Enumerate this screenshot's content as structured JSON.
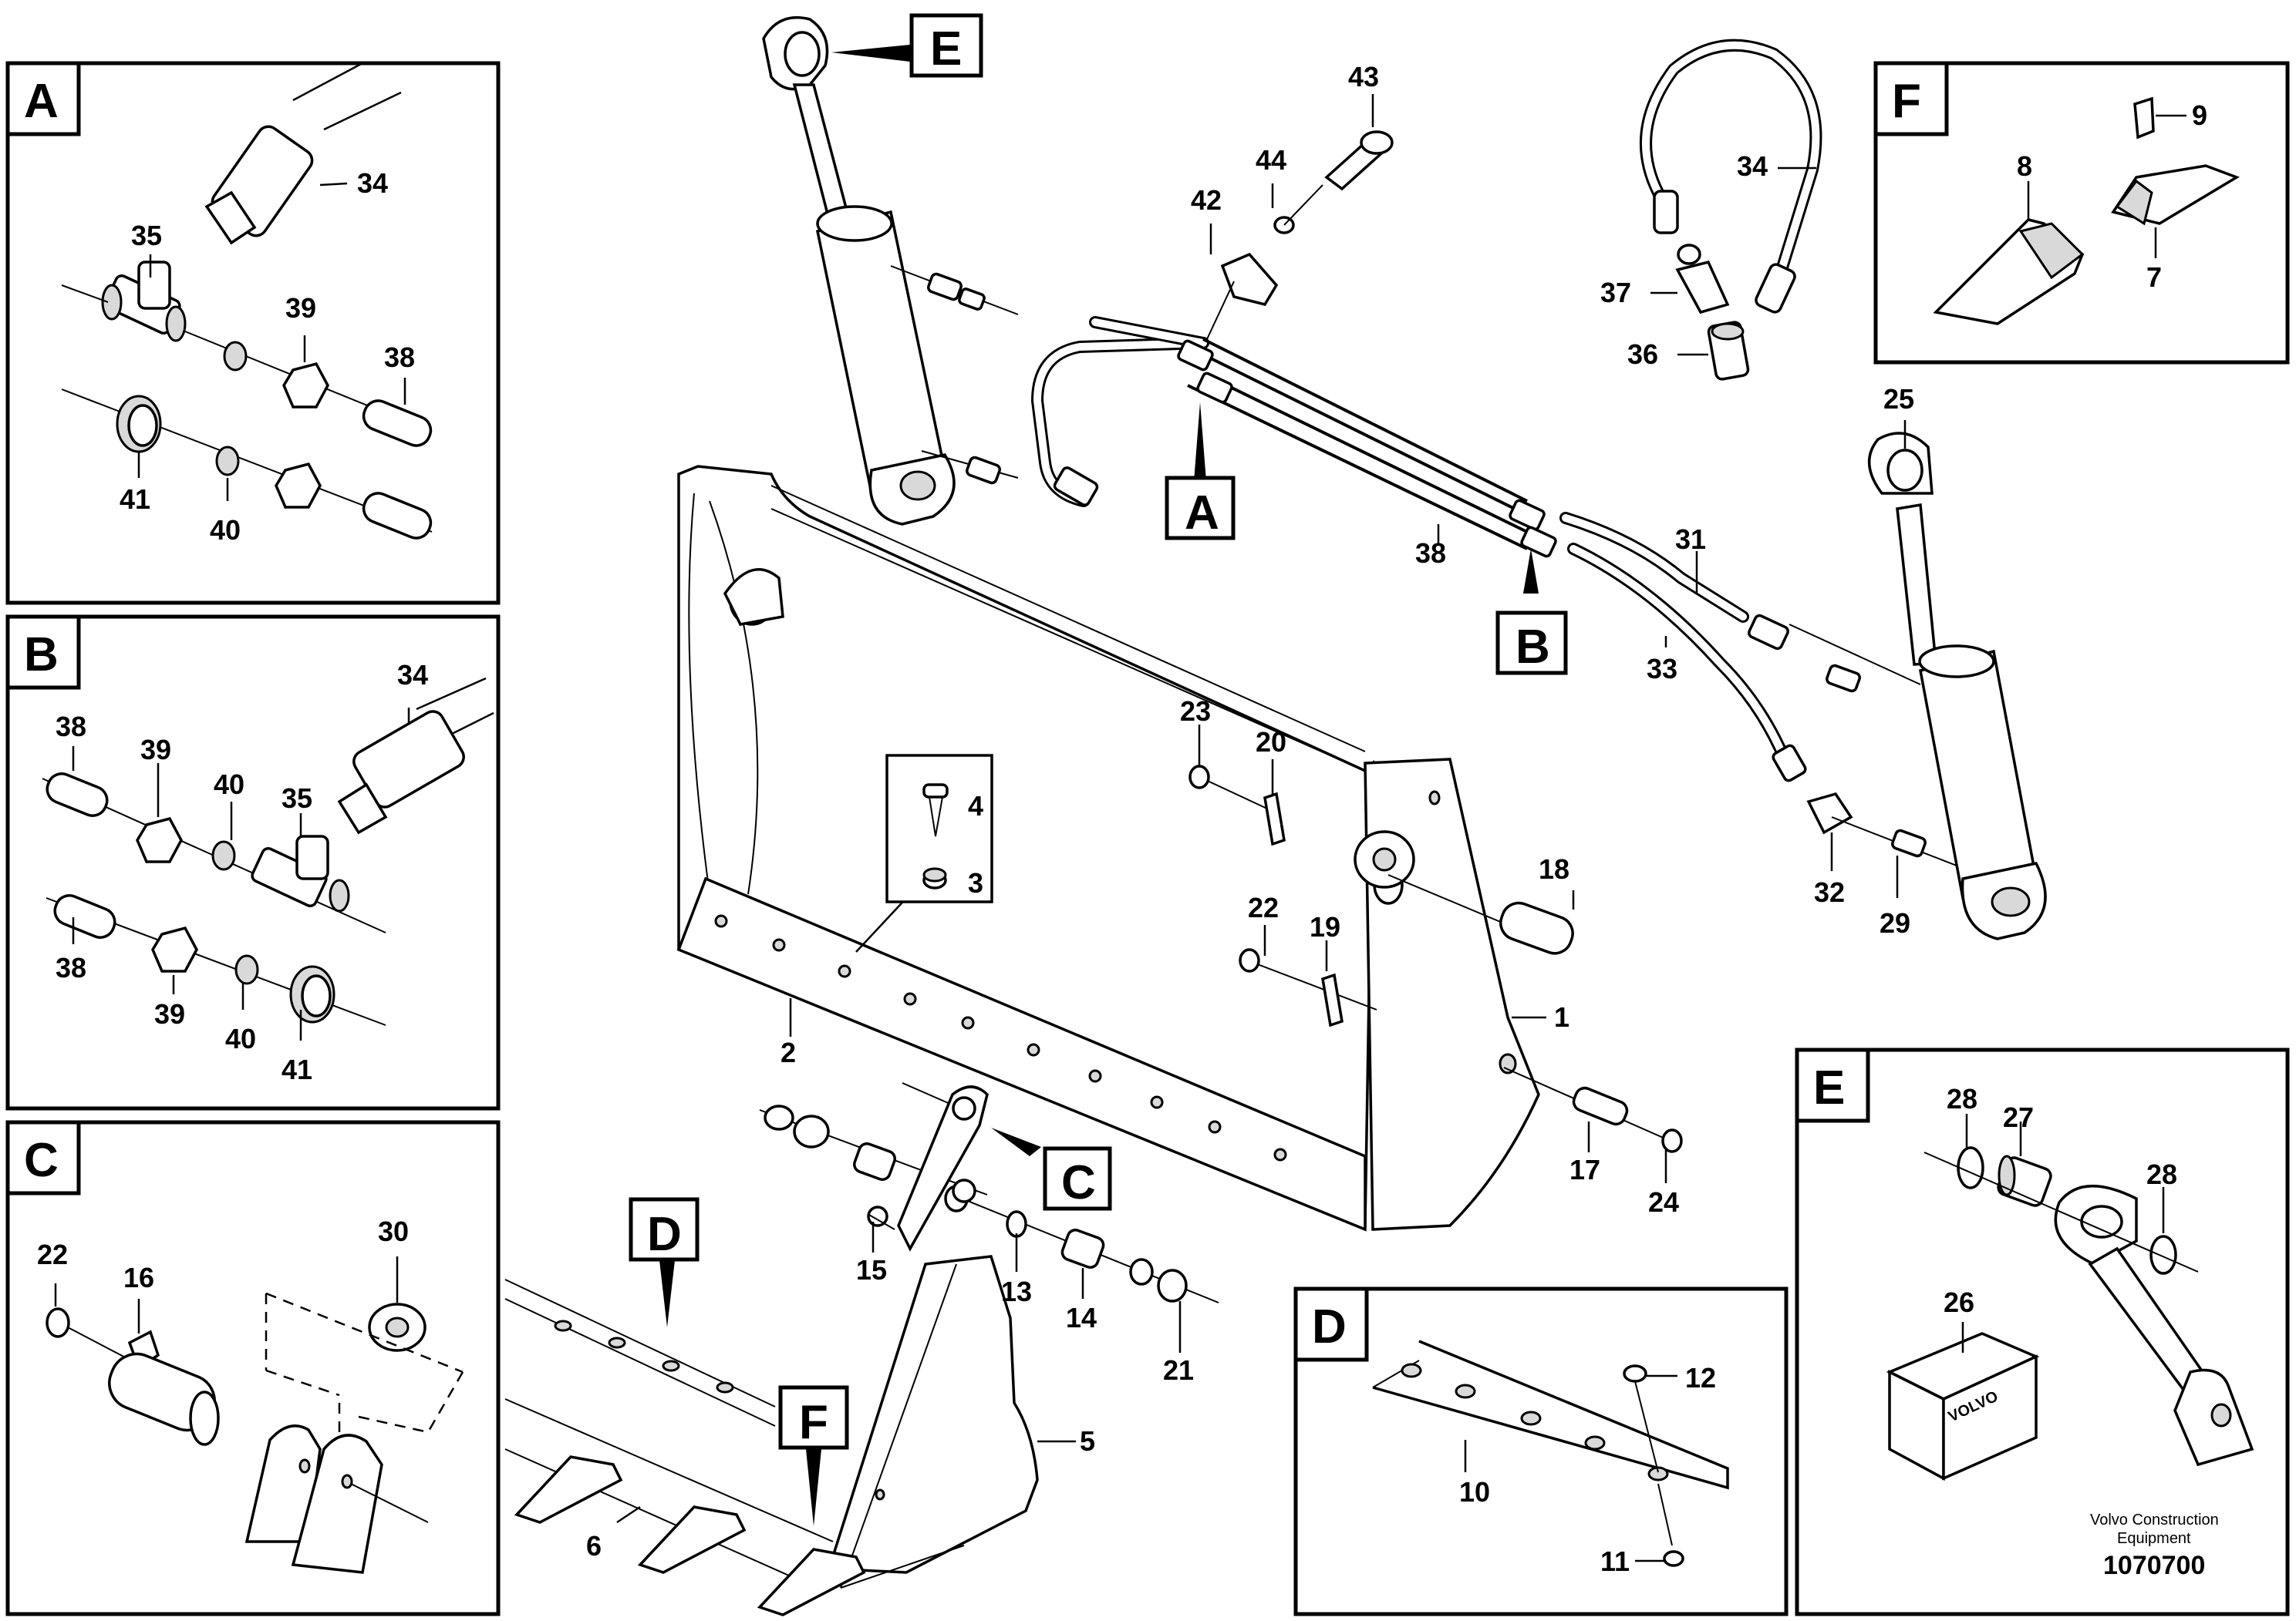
{
  "panels": {
    "A": {
      "tag": "A",
      "labels": [
        "34",
        "35",
        "39",
        "38",
        "41",
        "40"
      ]
    },
    "B": {
      "tag": "B",
      "labels": [
        "34",
        "38",
        "39",
        "40",
        "35",
        "38",
        "39",
        "40",
        "41"
      ]
    },
    "C": {
      "tag": "C",
      "labels": [
        "22",
        "16",
        "30"
      ]
    },
    "D": {
      "tag": "D",
      "labels": [
        "12",
        "10",
        "11"
      ]
    },
    "E": {
      "tag": "E",
      "labels": [
        "28",
        "27",
        "28",
        "26"
      ]
    },
    "F": {
      "tag": "F",
      "labels": [
        "9",
        "8",
        "7"
      ]
    }
  },
  "main": {
    "callouts": [
      "E",
      "A",
      "B",
      "C",
      "D",
      "F"
    ],
    "labels": [
      "43",
      "44",
      "42",
      "34",
      "37",
      "36",
      "25",
      "38",
      "31",
      "33",
      "23",
      "20",
      "4",
      "3",
      "18",
      "22",
      "19",
      "32",
      "29",
      "1",
      "2",
      "17",
      "24",
      "15",
      "13",
      "14",
      "21",
      "5",
      "6"
    ]
  },
  "credit": {
    "line1": "Volvo Construction",
    "line2": "Equipment",
    "id": "1070700",
    "box_text": "VOLVO"
  }
}
